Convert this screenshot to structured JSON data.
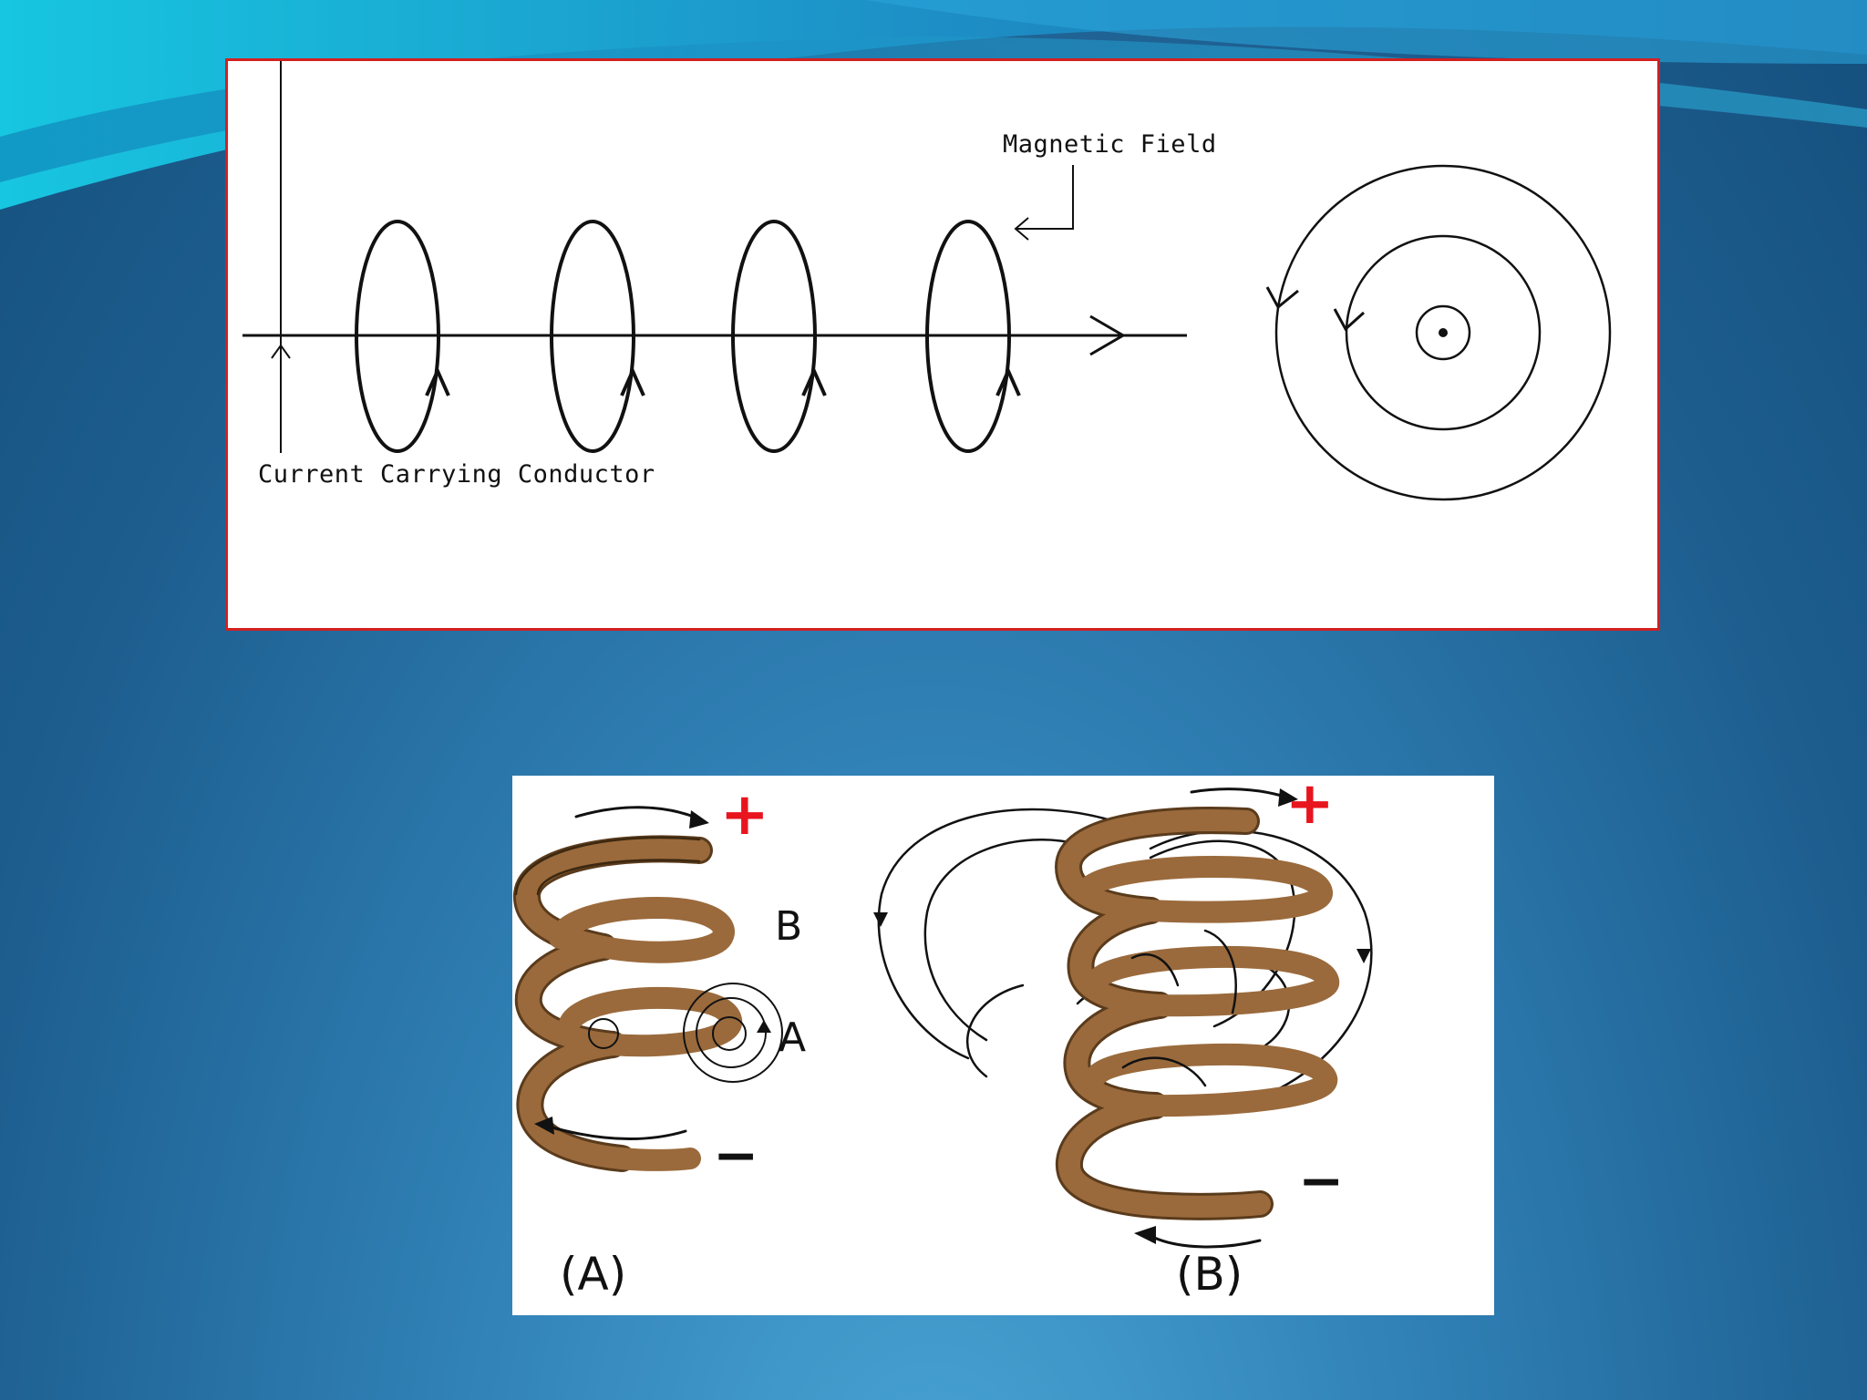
{
  "top_diagram": {
    "label_magnetic_field": "Magnetic Field",
    "label_conductor": "Current Carrying Conductor"
  },
  "bottom_diagram": {
    "coil_a": {
      "caption": "(A)",
      "label_b": "B",
      "label_a": "A",
      "plus": "+",
      "minus": "−"
    },
    "coil_b": {
      "caption": "(B)",
      "plus": "+",
      "minus": "−"
    }
  },
  "colors": {
    "frame_red": "#d32020",
    "copper": "#9a6a3c",
    "plus_red": "#e8141e"
  }
}
